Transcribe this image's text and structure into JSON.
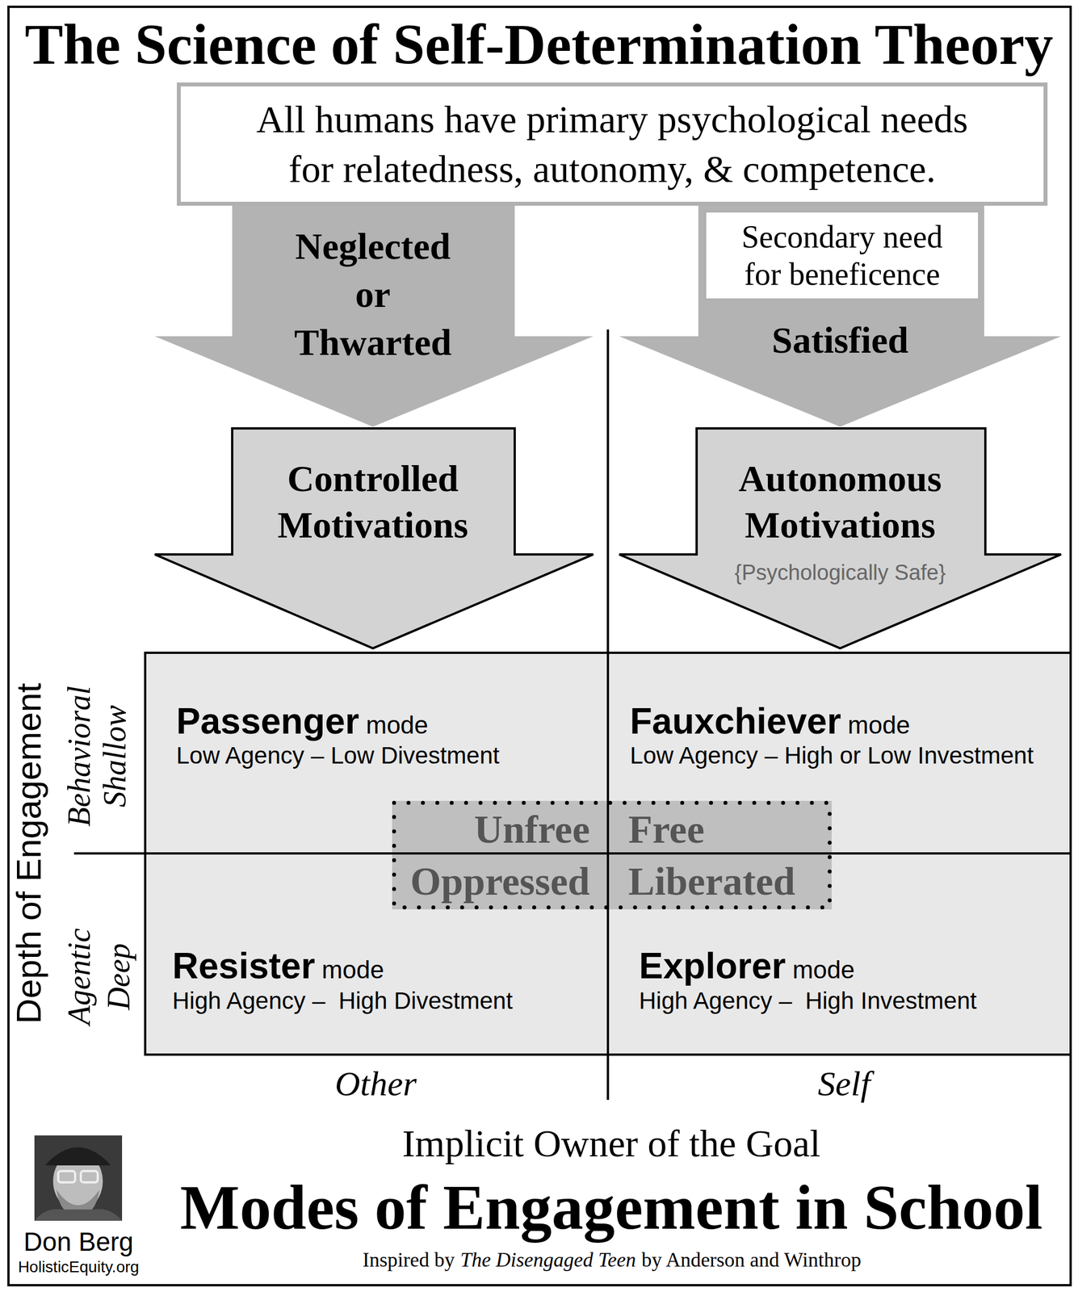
{
  "diagram": {
    "title": "The Science of Self-Determination Theory",
    "caption": "Modes of Engagement in School",
    "nodes": [
      {
        "text": [
          "All humans have primary psychological needs for relatedness, autonomy, & competence."
        ]
      },
      {
        "text": [
          "Neglected or Thwarted"
        ]
      },
      {
        "text": [
          "Satisfied"
        ]
      },
      {
        "text": [
          "Secondary need for beneficence"
        ],
        "in": 2
      },
      {
        "text": [
          "Controlled Motivations"
        ]
      },
      {
        "text": [
          "Autonomous Motivations",
          "{Psychologically Safe}"
        ]
      },
      {
        "text": [
          "Passenger",
          "mode",
          "Low Agency – Low Divestment"
        ]
      },
      {
        "text": [
          "Fauxchiever",
          "mode",
          "Low Agency – High or Low Investment"
        ]
      },
      {
        "text": [
          "Unfree",
          "Free",
          "Oppressed",
          "Liberated"
        ]
      },
      {
        "text": [
          "Resister",
          "mode",
          "High Agency –  High Divestment"
        ]
      },
      {
        "text": [
          "Explorer",
          "mode",
          "High Agency –  High Investment"
        ]
      }
    ],
    "labels": [
      "Depth of Engagement",
      "Behavioral",
      "Shallow",
      "Agentic",
      "Deep",
      "Other",
      "Self",
      "Implicit Owner of the Goal",
      "Don Berg",
      "HolisticEquity.org",
      "Inspired by",
      "The Disengaged Teen",
      "by Anderson and Winthrop"
    ]
  }
}
